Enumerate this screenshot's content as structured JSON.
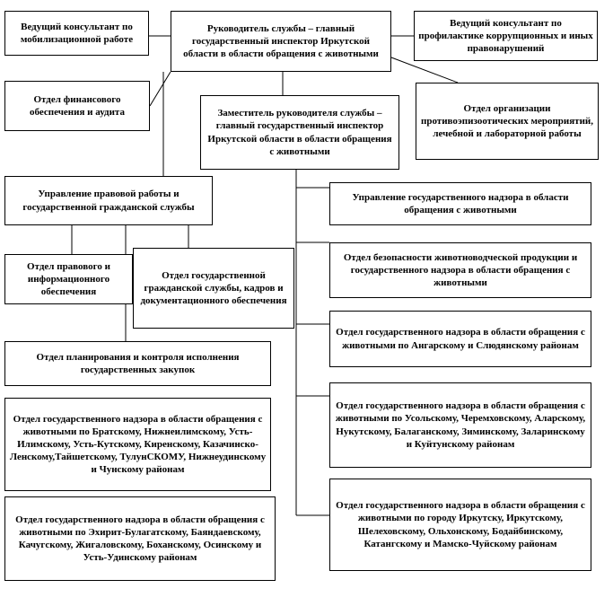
{
  "boxes": {
    "consultant_mobilization": "Ведущий консультант по мобилизационной работе",
    "head": "Руководитель службы – главный государственный инспектор Иркутской области в области обращения с животными",
    "consultant_anticorruption": "Ведущий консультант по профилактике коррупционных и иных правонарушений",
    "finance": "Отдел финансового обеспечения и аудита",
    "deputy_head": "Заместитель руководителя службы – главный государственный инспектор Иркутской области в области обращения с животными",
    "epizootic": "Отдел организации противоэпизоотических мероприятий, лечебной и лабораторной работы",
    "legal_directorate": "Управление правовой работы и государственной гражданской службы",
    "supervision_directorate": "Управление государственного надзора в области обращения с животными",
    "legal_info": "Отдел правового и информационного обеспечения",
    "civil_service": "Отдел государственной гражданской службы, кадров и документационного обеспечения",
    "livestock_safety": "Отдел безопасности животноводческой продукции и государственного надзора в области обращения с животными",
    "angarsk": "Отдел государственного надзора в области обращения с животными по Ангарскому и Слюдянскому районам",
    "procurement": "Отдел планирования и контроля исполнения государственных закупок",
    "usolye": "Отдел государственного надзора в области обращения с животными по Усольскому, Черемховскому, Аларскому, Нукутскому, Балаганскому, Зиминскому, Заларинскому и Куйтунскому районам",
    "bratsk": "Отдел государственного надзора в области обращения с животными по Братскому, Нижнеилимскому, Усть-Илимскому, Усть-Кутскому, Киренскому, Казачинско-Ленскому,Тайшетскому, ТулунСКОМУ, Нижнеудинскому и Чунскому районам",
    "ekhirit": "Отдел государственного надзора в области обращения с животными по Эхирит-Булагатскому, Баяндаевскому, Качугскому, Жигаловскому, Боханскому, Осинскому и Усть-Удинскому районам",
    "irkutsk": "Отдел государственного надзора в области обращения с животными по городу Иркутску, Иркутскому, Шелеховскому, Ольхонскому, Бодайбинскому, Катангскому и Мамско-Чуйскому районам"
  }
}
